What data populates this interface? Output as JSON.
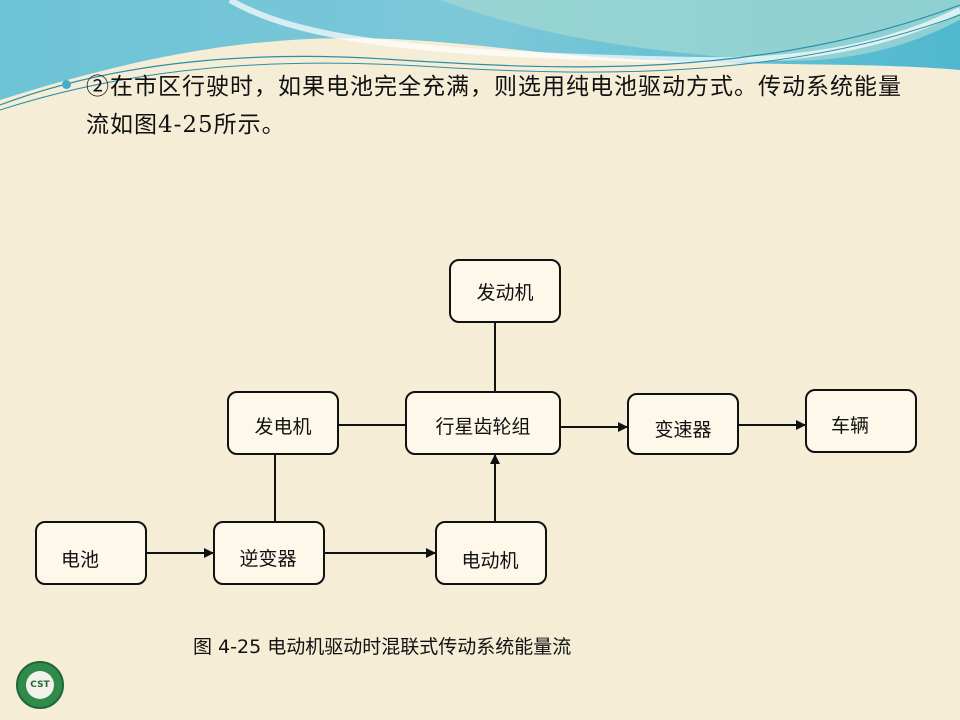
{
  "slide": {
    "bullet_text": "②在市区行驶时，如果电池完全充满，则选用纯电池驱动方式。传动系统能量流如图4-25所示。",
    "caption": "图  4-25 电动机驱动时混联式传动系统能量流",
    "logo_text": "CST"
  },
  "diagram": {
    "nodes": {
      "engine": "发动机",
      "generator": "发电机",
      "planetary": "行星齿轮组",
      "transmission": "变速器",
      "vehicle": "车辆",
      "battery": "电池",
      "inverter": "逆变器",
      "motor": "电动机"
    }
  },
  "colors": {
    "background": "#f6edd7",
    "accent": "#3fb0c8"
  }
}
